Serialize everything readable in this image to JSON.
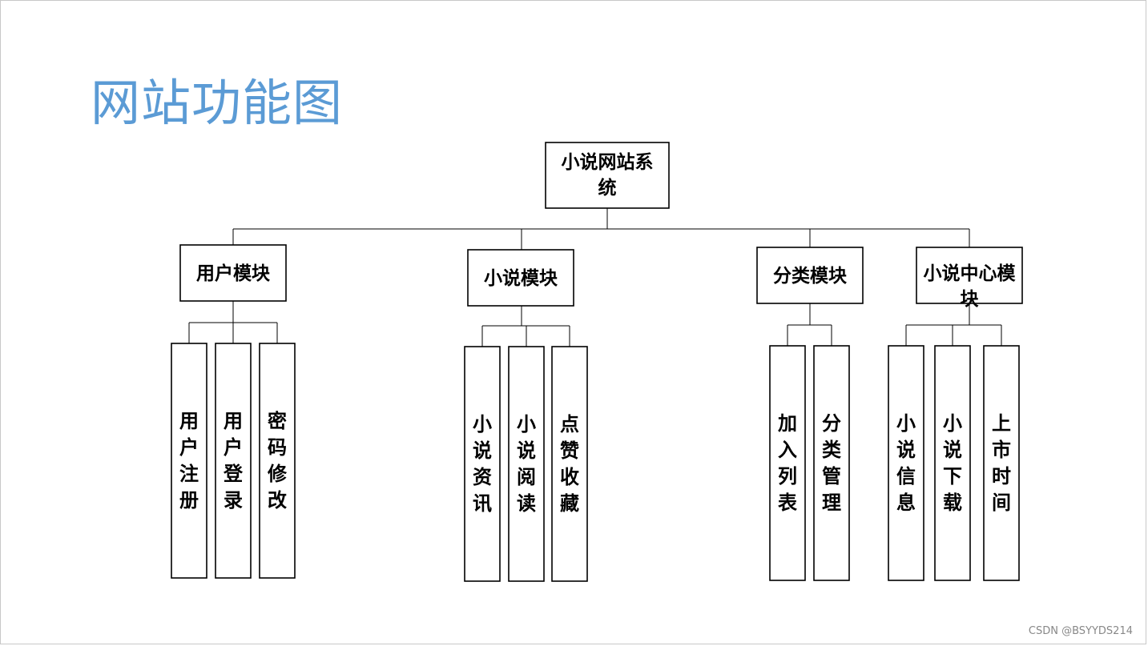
{
  "title": "网站功能图",
  "watermark": "CSDN @BSYYDS214",
  "diagram": {
    "root": {
      "label": "小说网站系统"
    },
    "modules": [
      {
        "label": "用户模块",
        "children": [
          "用户注册",
          "用户登录",
          "密码修改"
        ]
      },
      {
        "label": "小说模块",
        "children": [
          "小说资讯",
          "小说阅读",
          "点赞收藏"
        ]
      },
      {
        "label": "分类模块",
        "children": [
          "加入列表",
          "分类管理"
        ]
      },
      {
        "label": "小说中心模块",
        "children": [
          "小说信息",
          "小说下载",
          "上市时间"
        ]
      }
    ]
  },
  "colors": {
    "title": "#5b9bd5",
    "line": "#000000",
    "box_fill": "#ffffff"
  }
}
